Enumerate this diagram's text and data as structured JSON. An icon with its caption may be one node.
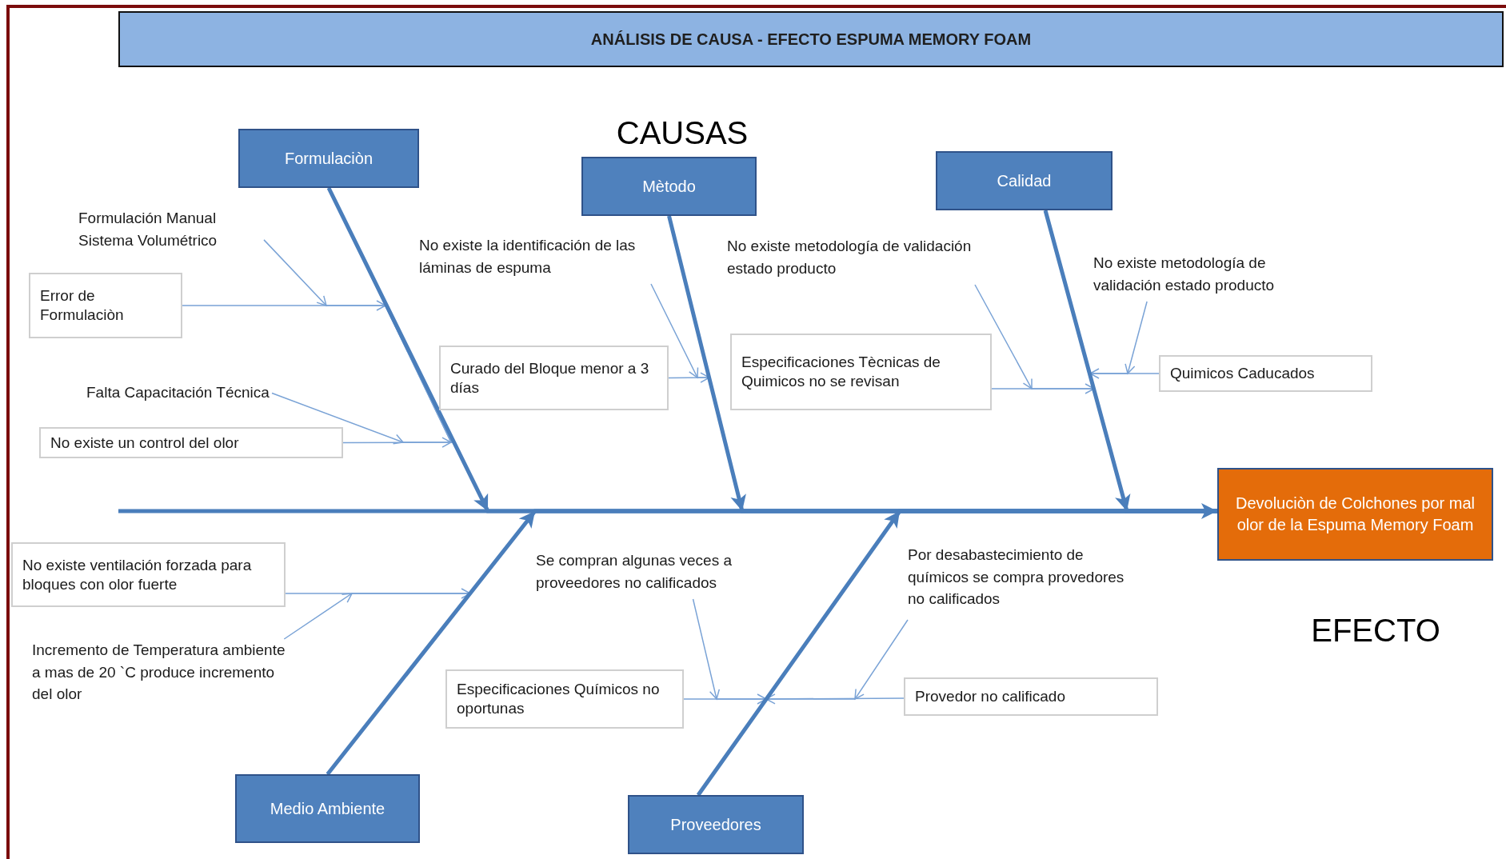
{
  "diagram": {
    "title": "ANÁLISIS DE CAUSA - EFECTO ESPUMA MEMORY FOAM",
    "nodes": [
      {
        "text": [
          "Formulaciòn"
        ]
      },
      {
        "text": [
          "Mètodo"
        ]
      },
      {
        "text": [
          "Calidad"
        ]
      },
      {
        "text": [
          "Formulación Manual Sistema Volumétrico"
        ]
      },
      {
        "text": [
          "Error de Formulaciòn"
        ]
      },
      {
        "text": [
          "Falta Capacitación Técnica"
        ]
      },
      {
        "text": [
          "No existe un control del olor"
        ]
      },
      {
        "text": [
          "No existe la identificación de las láminas de espuma"
        ]
      },
      {
        "text": [
          "Curado del Bloque menor a 3 días"
        ]
      },
      {
        "text": [
          "No existe metodología de validación estado producto"
        ]
      },
      {
        "text": [
          "Especificaciones Tècnicas de Quimicos no se revisan"
        ]
      },
      {
        "text": [
          "No existe metodología de validación estado producto"
        ]
      },
      {
        "text": [
          "Quimicos Caducados"
        ]
      },
      {
        "text": [
          "Devoluciòn de Colchones por mal olor de la Espuma Memory Foam"
        ]
      },
      {
        "text": [
          "No existe ventilación forzada para bloques con olor fuerte"
        ]
      },
      {
        "text": [
          "Incremento de Temperatura ambiente a mas de 20 `C produce incremento del olor"
        ]
      },
      {
        "text": [
          "Se compran algunas veces a proveedores no calificados"
        ]
      },
      {
        "text": [
          "Especificaciones Químicos no oportunas"
        ]
      },
      {
        "text": [
          "Por desabastecimiento de químicos se compra provedores no calificados"
        ]
      },
      {
        "text": [
          "Provedor no calificado"
        ]
      },
      {
        "text": [
          "Medio Ambiente"
        ]
      },
      {
        "text": [
          "Proveedores"
        ]
      }
    ],
    "edges": [
      {
        "from": null,
        "to": 13,
        "arrow": "to",
        "style": "thick"
      },
      {
        "from": 0,
        "to": 13,
        "arrow": "to",
        "style": "thick"
      },
      {
        "from": 1,
        "to": 13,
        "arrow": "to",
        "style": "thick"
      },
      {
        "from": 2,
        "to": 13,
        "arrow": "to",
        "style": "thick"
      },
      {
        "from": 20,
        "to": 13,
        "arrow": "to",
        "style": "thick"
      },
      {
        "from": 21,
        "to": 13,
        "arrow": "to",
        "style": "thick"
      },
      {
        "from": 4,
        "to": 0,
        "arrow": "to"
      },
      {
        "from": 3,
        "to": 0,
        "arrow": "to"
      },
      {
        "from": 6,
        "to": 0,
        "arrow": "to"
      },
      {
        "from": 5,
        "to": 0,
        "arrow": "to"
      },
      {
        "from": 8,
        "to": 1,
        "arrow": "to"
      },
      {
        "from": 7,
        "to": 1,
        "arrow": "to"
      },
      {
        "from": 10,
        "to": 2,
        "arrow": "to"
      },
      {
        "from": 9,
        "to": 2,
        "arrow": "to"
      },
      {
        "from": 12,
        "to": 2,
        "arrow": "to"
      },
      {
        "from": 11,
        "to": 2,
        "arrow": "to"
      },
      {
        "from": 14,
        "to": 20,
        "arrow": "to"
      },
      {
        "from": 15,
        "to": 20,
        "arrow": "to"
      },
      {
        "from": 17,
        "to": 21,
        "arrow": "to"
      },
      {
        "from": 16,
        "to": 21,
        "arrow": "to"
      },
      {
        "from": 19,
        "to": 21,
        "arrow": "to"
      },
      {
        "from": 18,
        "to": 21,
        "arrow": "to"
      }
    ],
    "labels": [
      "CAUSAS",
      "EFECTO"
    ]
  }
}
